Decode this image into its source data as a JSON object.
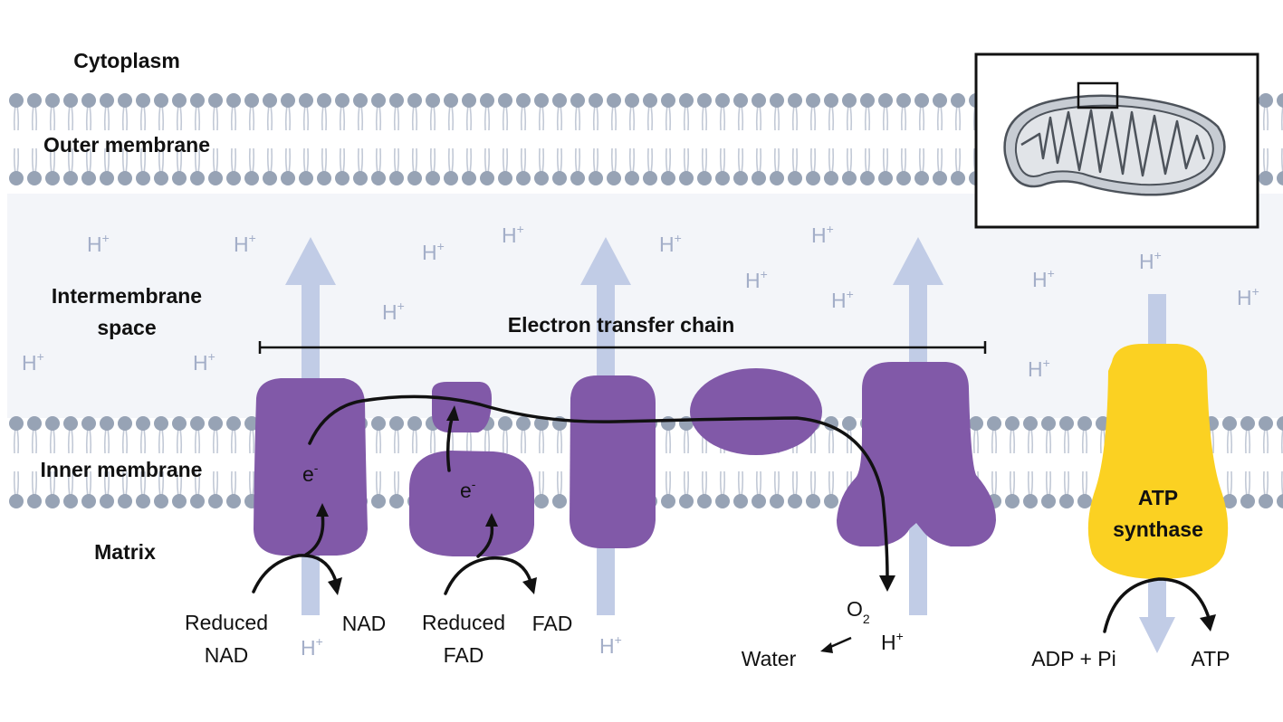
{
  "regions": {
    "cytoplasm": "Cytoplasm",
    "outer_membrane": "Outer membrane",
    "intermembrane_line1": "Intermembrane",
    "intermembrane_line2": "space",
    "inner_membrane": "Inner membrane",
    "matrix": "Matrix"
  },
  "chain_label": "Electron transfer chain",
  "proton": {
    "base": "H",
    "charge": "+"
  },
  "electron": {
    "base": "e",
    "charge": "-"
  },
  "labels": {
    "reduced_nad_line1": "Reduced",
    "reduced_nad_line2": "NAD",
    "nad": "NAD",
    "reduced_fad_line1": "Reduced",
    "reduced_fad_line2": "FAD",
    "fad": "FAD",
    "oxygen_base": "O",
    "oxygen_sub": "2",
    "water": "Water",
    "adp_pi": "ADP + Pi",
    "atp": "ATP",
    "atp_synthase_line1": "ATP",
    "atp_synthase_line2": "synthase"
  },
  "colors": {
    "membrane_head": "#97a3b5",
    "membrane_tail": "#c2c9d6",
    "intermembrane_bg": "#f3f5f9",
    "protein": "#8159a8",
    "atp_synthase": "#fbd122",
    "arrow": "#c1cce6",
    "proton_text": "#a3aec8",
    "line": "#111111"
  },
  "icons": {
    "mitochondrion_inset": "mitochondrion-icon",
    "zoom_box": "zoom-region-icon"
  }
}
